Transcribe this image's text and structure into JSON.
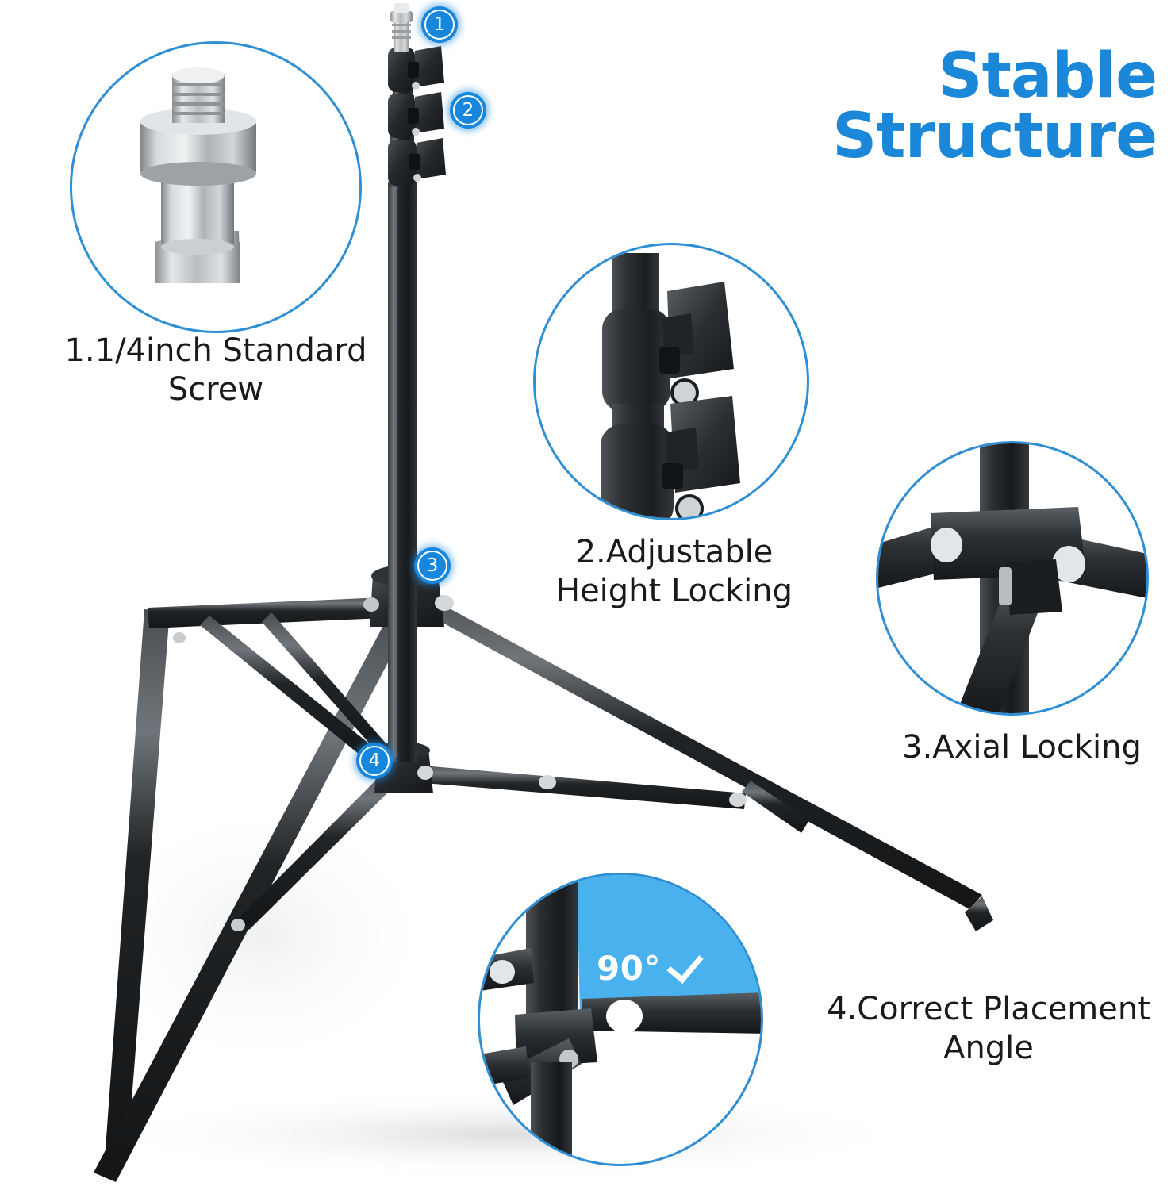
{
  "headline": {
    "line1": "Stable",
    "line2": "Structure"
  },
  "colors": {
    "accent_blue": "#1a87d8",
    "badge_blue": "#1786dd",
    "circle_outline": "#2f8fd4",
    "angle_wedge_blue": "#49b2ee",
    "metal_silver": "#b9bcbe",
    "body_black": "#1d1f21",
    "text_black": "#1a1a1a",
    "background": "#ffffff"
  },
  "callouts": [
    {
      "number": "①",
      "badge_label": "1"
    },
    {
      "number": "②",
      "badge_label": "2"
    },
    {
      "number": "③",
      "badge_label": "3"
    },
    {
      "number": "④",
      "badge_label": "4"
    }
  ],
  "features": [
    {
      "id": "screw",
      "caption": "1.1/4inch Standard\nScrew",
      "inset_name": "quarter-inch-screw-inset"
    },
    {
      "id": "height-lock",
      "caption": "2.Adjustable\nHeight Locking",
      "inset_name": "height-locking-knobs-inset"
    },
    {
      "id": "axial-lock",
      "caption": "3.Axial Locking",
      "inset_name": "axial-locking-hub-inset"
    },
    {
      "id": "placement-angle",
      "caption": "4.Correct Placement\nAngle",
      "inset_name": "placement-angle-inset"
    }
  ],
  "angle_annotation": {
    "value": "90°",
    "check_icon": "check-icon"
  },
  "product": {
    "name": "light-stand-tripod",
    "section_count": "3"
  }
}
